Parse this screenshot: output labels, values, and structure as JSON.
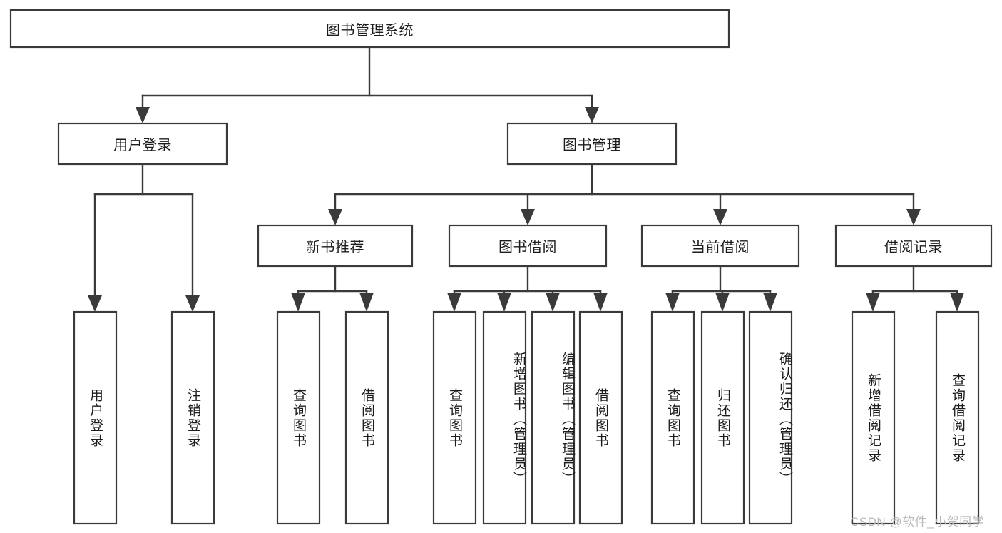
{
  "diagram": {
    "type": "tree-hierarchy-chart",
    "title": "图书管理系统",
    "watermark": "CSDN @软件_小贺同学",
    "colors": {
      "stroke": "#3a3a3a",
      "fill": "#ffffff",
      "text": "#1c1c1c",
      "watermark": "#b9b9b9"
    },
    "levels": {
      "root": {
        "label": "图书管理系统"
      },
      "level1": [
        {
          "label": "用户登录"
        },
        {
          "label": "图书管理"
        }
      ],
      "level2": [
        {
          "label": "新书推荐"
        },
        {
          "label": "图书借阅"
        },
        {
          "label": "当前借阅"
        },
        {
          "label": "借阅记录"
        }
      ],
      "leaves": {
        "user_login": [
          {
            "label": "用户登录"
          },
          {
            "label": "注销登录"
          }
        ],
        "new_book_recommend": [
          {
            "label": "查询图书"
          },
          {
            "label": "借阅图书"
          }
        ],
        "book_borrow": [
          {
            "label": "查询图书"
          },
          {
            "label": "新增图书（管理员）"
          },
          {
            "label": "编辑图书（管理员）"
          },
          {
            "label": "借阅图书"
          }
        ],
        "current_borrow": [
          {
            "label": "查询图书"
          },
          {
            "label": "归还图书"
          },
          {
            "label": "确认归还（管理员）"
          }
        ],
        "borrow_record": [
          {
            "label": "新增借阅记录"
          },
          {
            "label": "查询借阅记录"
          }
        ]
      }
    }
  }
}
